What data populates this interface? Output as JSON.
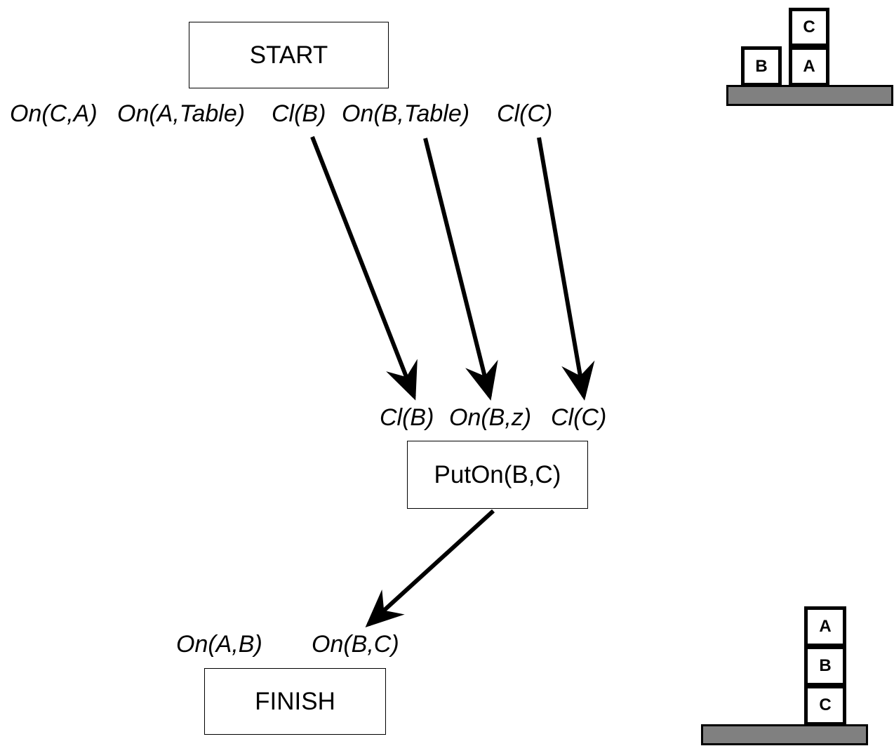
{
  "nodes": {
    "start": "START",
    "action": "PutOn(B,C)",
    "finish": "FINISH"
  },
  "start_effects": [
    "On(C,A)",
    "On(A,Table)",
    "Cl(B)",
    "On(B,Table)",
    "Cl(C)"
  ],
  "action_preconditions": [
    "Cl(B)",
    "On(B,z)",
    "Cl(C)"
  ],
  "finish_preconditions": [
    "On(A,B)",
    "On(B,C)"
  ],
  "initial_state": {
    "blocks": [
      "C",
      "B",
      "A"
    ]
  },
  "goal_state": {
    "blocks": [
      "A",
      "B",
      "C"
    ]
  },
  "colors": {
    "table": "#808080",
    "stroke": "#000000"
  }
}
